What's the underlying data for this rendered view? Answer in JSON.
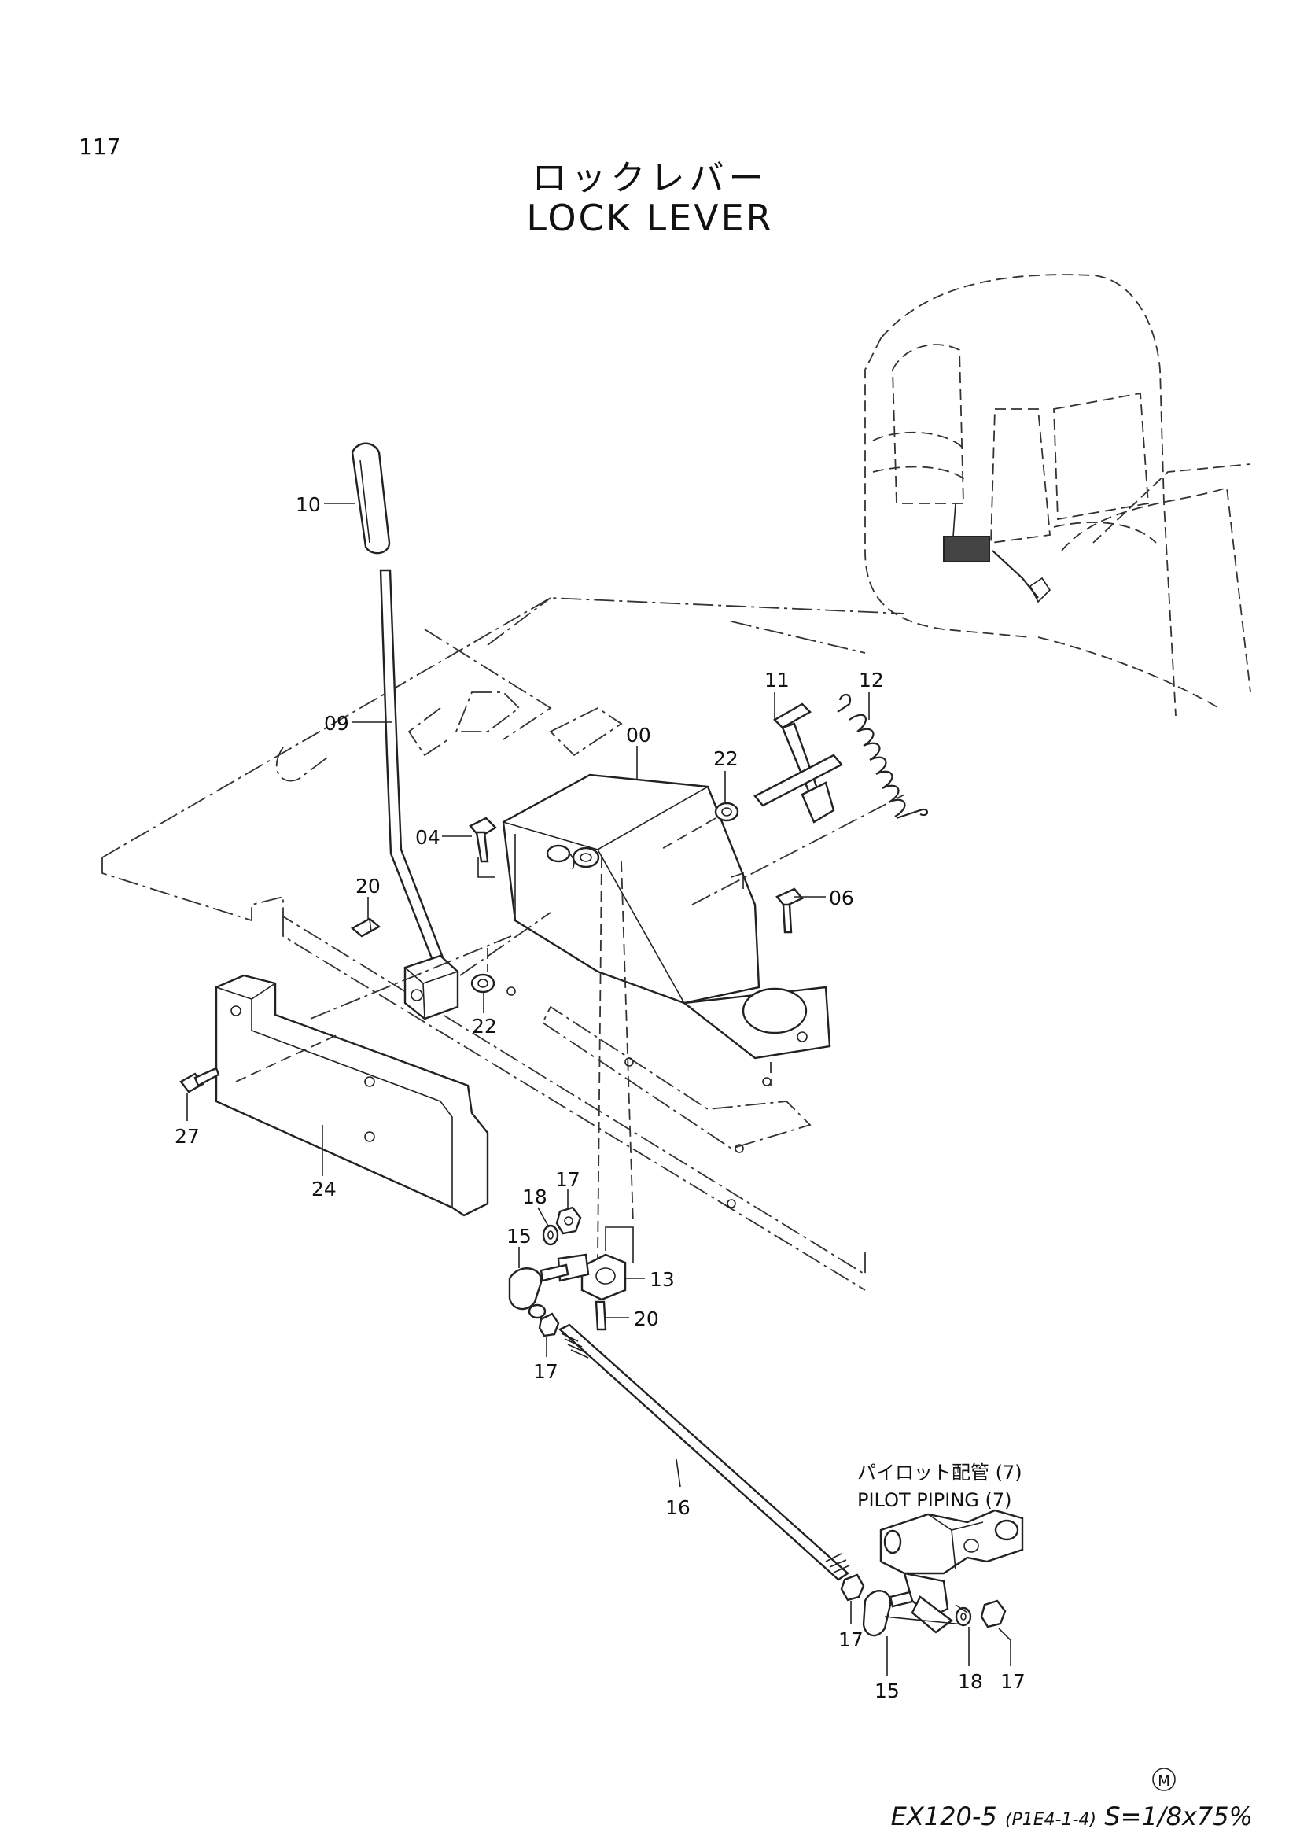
{
  "page_number": "117",
  "title_jp": "ロックレバー",
  "title_en": "LOCK LEVER",
  "inset": {
    "title_jp": "パイロット配管 (7)",
    "title_en": "PILOT PIPING (7)"
  },
  "callouts": {
    "c10": "10",
    "c09": "09",
    "c00": "00",
    "c11": "11",
    "c12": "12",
    "c22a": "22",
    "c04": "04",
    "c20a": "20",
    "c22b": "22",
    "c06": "06",
    "c27": "27",
    "c24": "24",
    "c18a": "18",
    "c17a": "17",
    "c15a": "15",
    "c13": "13",
    "c20b": "20",
    "c17b": "17",
    "c16": "16",
    "c17c": "17",
    "c15b": "15",
    "c18b": "18",
    "c17d": "17"
  },
  "footer": {
    "symbol": "M",
    "model": "EX120-5",
    "code": "(P1E4-1-4)",
    "scale": "S=1/8x75%"
  }
}
